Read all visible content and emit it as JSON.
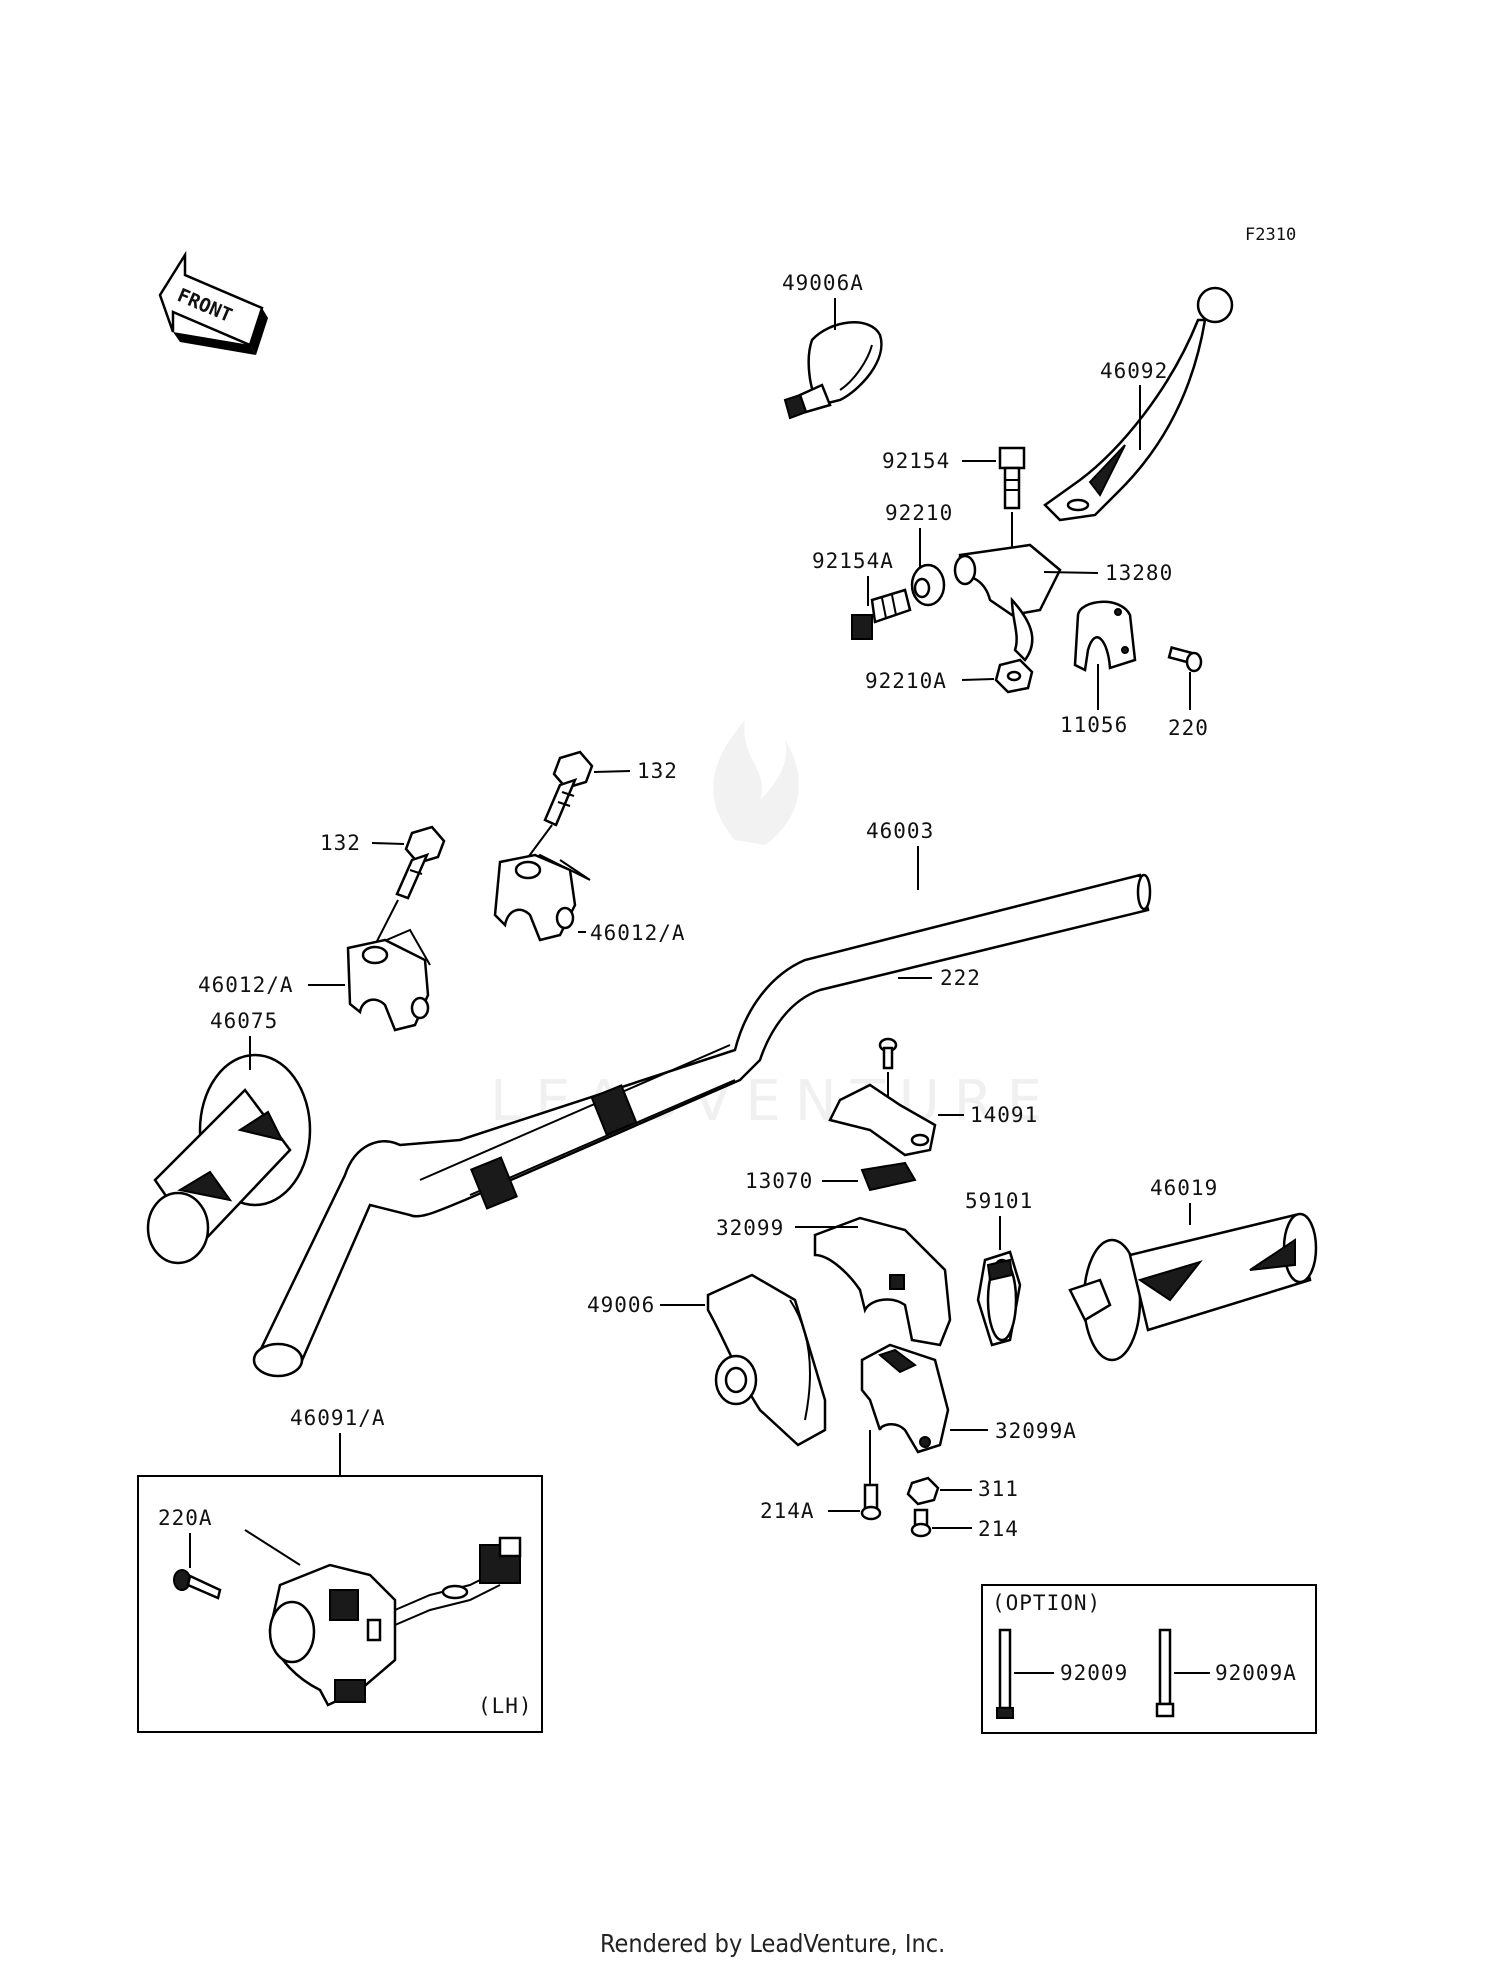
{
  "diagram_code": "F2310",
  "front_arrow": "FRONT",
  "watermark": "LEADVENTURE",
  "footer": "Rendered by LeadVenture, Inc.",
  "labels": {
    "p49006A": "49006A",
    "p46092": "46092",
    "p92154": "92154",
    "p92210": "92210",
    "p92154A": "92154A",
    "p13280": "13280",
    "p92210A": "92210A",
    "p11056": "11056",
    "p220": "220",
    "p132a": "132",
    "p132b": "132",
    "p46003": "46003",
    "p46012A_left": "46012/A",
    "p46012A_right": "46012/A",
    "p222": "222",
    "p46075": "46075",
    "p14091": "14091",
    "p13070": "13070",
    "p32099": "32099",
    "p59101": "59101",
    "p46019": "46019",
    "p49006": "49006",
    "p32099A": "32099A",
    "p311": "311",
    "p214A": "214A",
    "p214": "214",
    "p46091A": "46091/A",
    "p220A": "220A",
    "lh": "(LH)",
    "option": "(OPTION)",
    "p92009": "92009",
    "p92009A": "92009A"
  }
}
